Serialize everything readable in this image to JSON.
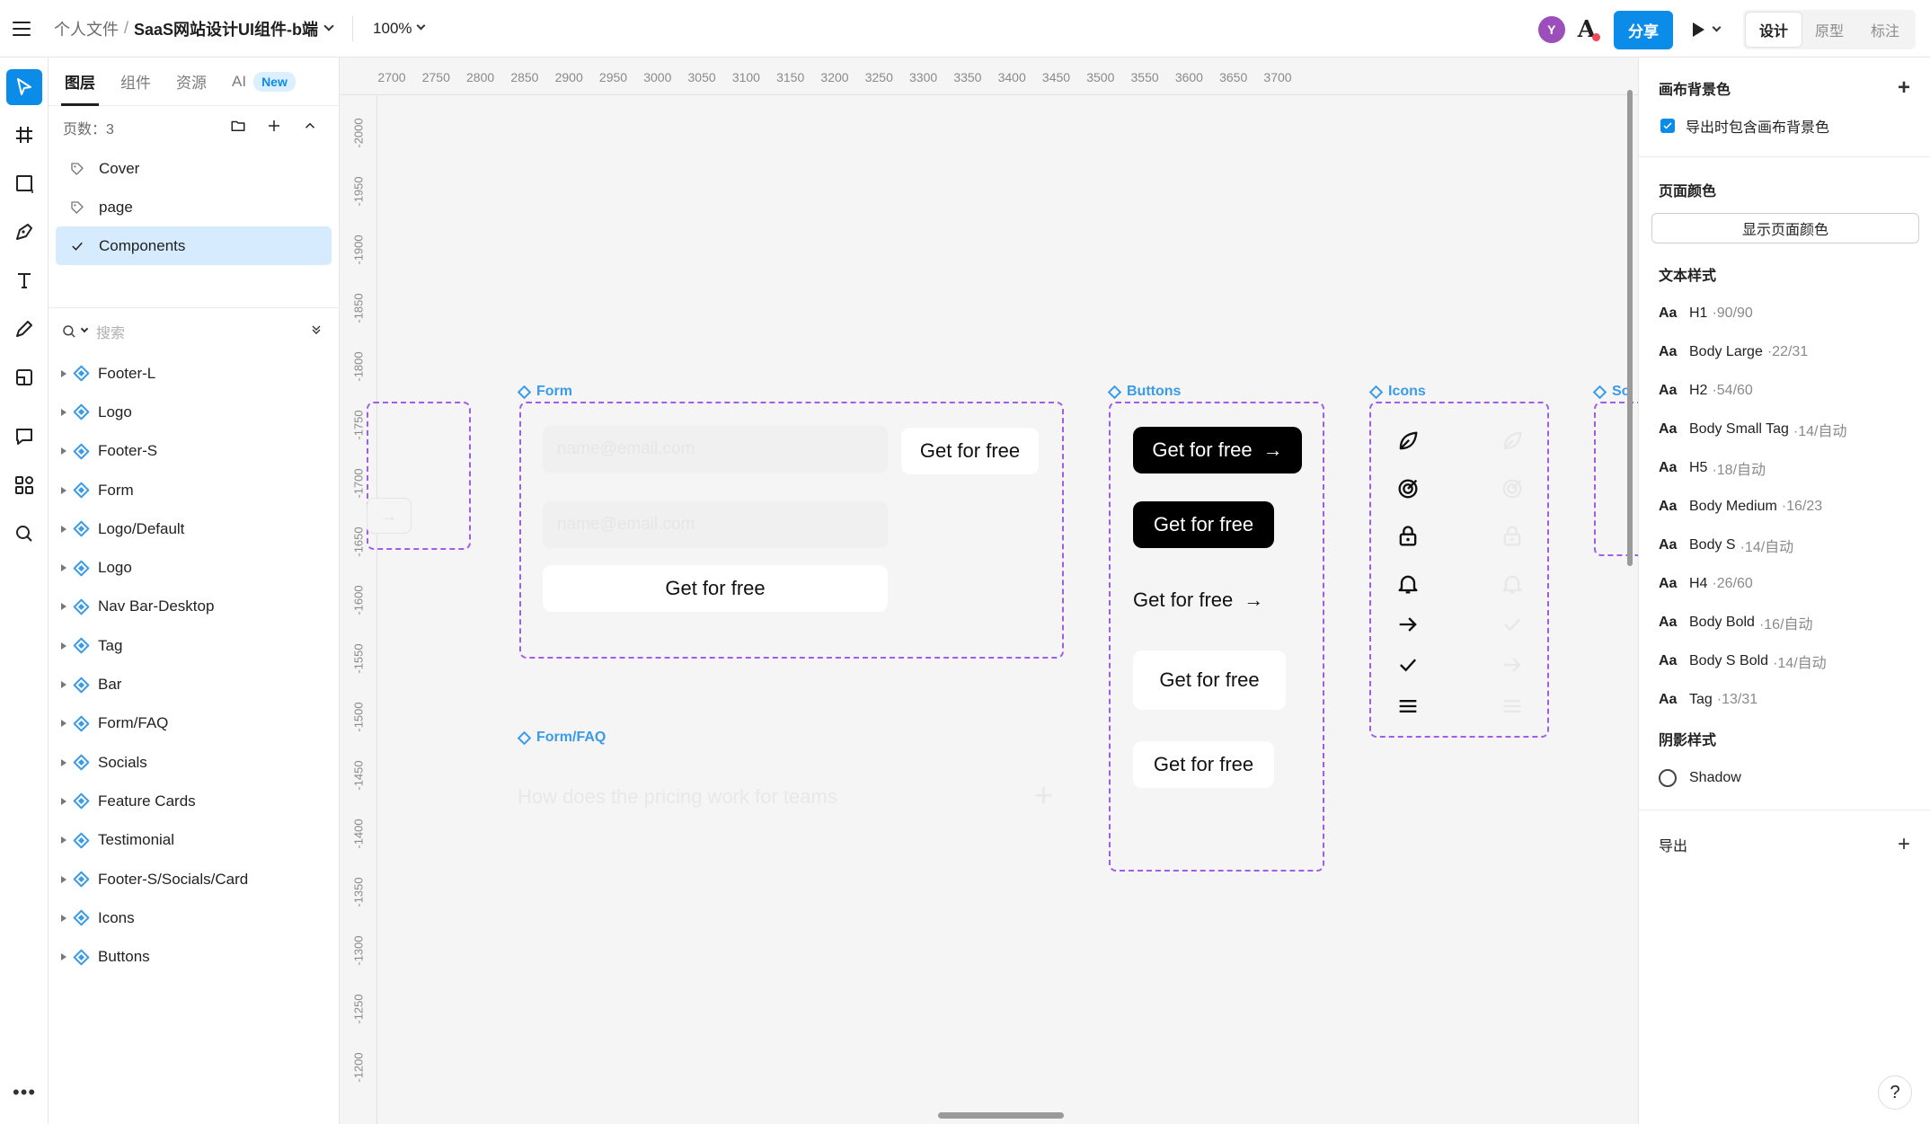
{
  "topbar": {
    "breadcrumb": "个人文件",
    "separator": "/",
    "file_title": "SaaS网站设计UI组件-b端",
    "zoom": "100%",
    "avatar_letter": "Y",
    "share_label": "分享",
    "mode_tabs": [
      "设计",
      "原型",
      "标注"
    ],
    "active_mode": "设计"
  },
  "left_panel": {
    "tabs": [
      "图层",
      "组件",
      "资源",
      "AI"
    ],
    "new_badge": "New",
    "pages_label": "页数：3",
    "pages": [
      "Cover",
      "page",
      "Components"
    ],
    "selected_page": "Components",
    "search_placeholder": "搜索",
    "layers": [
      "Footer-L",
      "Logo",
      "Footer-S",
      "Form",
      "Logo/Default",
      "Logo",
      "Nav Bar-Desktop",
      "Tag",
      "Bar",
      "Form/FAQ",
      "Socials",
      "Feature Cards",
      "Testimonial",
      "Footer-S/Socials/Card",
      "Icons",
      "Buttons"
    ]
  },
  "canvas": {
    "ruler_x": [
      "2700",
      "2750",
      "2800",
      "2850",
      "2900",
      "2950",
      "3000",
      "3050",
      "3100",
      "3150",
      "3200",
      "3250",
      "3300",
      "3350",
      "3400",
      "3450",
      "3500",
      "3550",
      "3600",
      "3650",
      "3700"
    ],
    "ruler_y": [
      "-2000",
      "-1950",
      "-1900",
      "-1850",
      "-1800",
      "-1750",
      "-1700",
      "-1650",
      "-1600",
      "-1550",
      "-1500",
      "-1450",
      "-1400",
      "-1350",
      "-1300",
      "-1250",
      "-1200"
    ],
    "frames": {
      "form": "Form",
      "buttons": "Buttons",
      "icons": "Icons",
      "form_faq": "Form/FAQ",
      "socials_partial": "So"
    },
    "form": {
      "input1_placeholder": "name@email.com",
      "input2_placeholder": "name@email.com",
      "btn_inline": "Get for free",
      "btn_full": "Get for free"
    },
    "buttons": {
      "b1": "Get for free",
      "b2": "Get for free",
      "b3": "Get for free",
      "b4": "Get for free",
      "b5": "Get for free",
      "arrow": "→"
    },
    "faq": {
      "question": "How does the pricing work for teams",
      "plus": "+"
    },
    "icons": [
      "leaf-icon",
      "target-icon",
      "lock-icon",
      "bell-icon",
      "arrow-right-icon",
      "check-icon",
      "menu-icon"
    ]
  },
  "right_panel": {
    "canvas_bg_title": "画布背景色",
    "include_bg_label": "导出时包含画布背景色",
    "page_color_title": "页面颜色",
    "show_page_color_btn": "显示页面颜色",
    "text_styles_title": "文本样式",
    "text_styles": [
      {
        "name": "H1",
        "meta": "·90/90"
      },
      {
        "name": "Body Large",
        "meta": "·22/31"
      },
      {
        "name": "H2",
        "meta": "·54/60"
      },
      {
        "name": "Body Small Tag",
        "meta": "·14/自动"
      },
      {
        "name": "H5",
        "meta": "·18/自动"
      },
      {
        "name": "Body Medium",
        "meta": "·16/23"
      },
      {
        "name": "Body S",
        "meta": "·14/自动"
      },
      {
        "name": "H4",
        "meta": "·26/60"
      },
      {
        "name": "Body Bold",
        "meta": "·16/自动"
      },
      {
        "name": "Body S Bold",
        "meta": "·14/自动"
      },
      {
        "name": "Tag",
        "meta": "·13/31"
      }
    ],
    "aa": "Aa",
    "shadow_title": "阴影样式",
    "shadow_item": "Shadow",
    "export_title": "导出",
    "plus": "+",
    "help": "?"
  },
  "colors": {
    "accent": "#0c8ce9",
    "frame_dash": "#a05ee8",
    "component_blue": "#3a9be8",
    "avatar": "#9c4fbb"
  }
}
